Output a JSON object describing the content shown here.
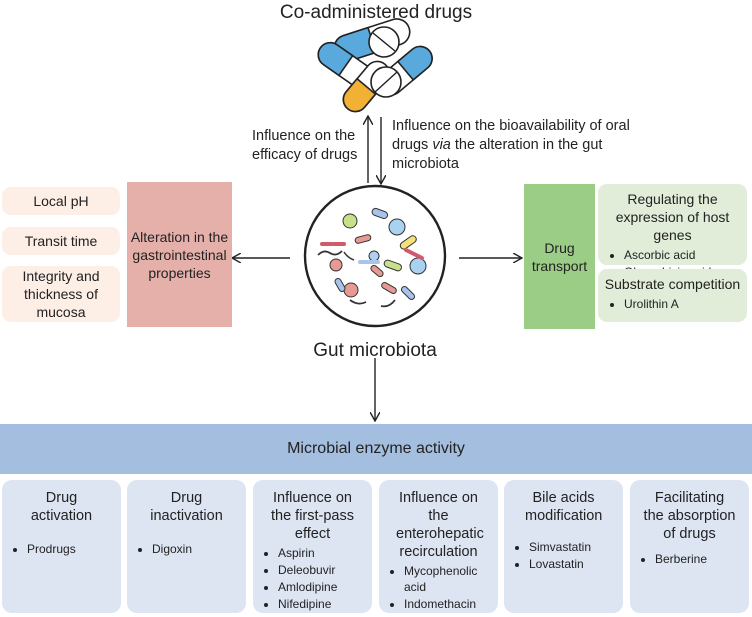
{
  "top": {
    "title": "Co-administered drugs",
    "left_arrow_label": "Influence on the efficacy of drugs",
    "right_arrow_label_pre": "Influence on the bioavailability of oral drugs ",
    "right_arrow_label_italic": "via",
    "right_arrow_label_post": " the alteration in the gut microbiota"
  },
  "center": {
    "label": "Gut microbiota"
  },
  "left": {
    "factors": [
      "Local pH",
      "Transit time",
      "Integrity and thickness of mucosa"
    ],
    "box_label": "Alteration in the gastrointestinal properties"
  },
  "right": {
    "box_label": "Drug transport",
    "cards": [
      {
        "title": "Regulating the expression of host genes",
        "items": [
          "Ascorbic acid",
          "Glycyrrhizic acid"
        ]
      },
      {
        "title": "Substrate competition",
        "items": [
          "Urolithin A"
        ]
      }
    ]
  },
  "bottom": {
    "band_label": "Microbial enzyme activity",
    "cards": [
      {
        "title": "Drug activation",
        "items": [
          "Prodrugs"
        ]
      },
      {
        "title": "Drug inactivation",
        "items": [
          "Digoxin"
        ]
      },
      {
        "title": "Influence on the first-pass effect",
        "items": [
          "Aspirin",
          "Deleobuvir",
          "Amlodipine",
          "Nifedipine"
        ]
      },
      {
        "title": "Influence on the enterohepatic recirculation",
        "items": [
          "Mycophenolic acid",
          "Indomethacin"
        ]
      },
      {
        "title": "Bile acids modification",
        "items": [
          "Simvastatin",
          "Lovastatin"
        ]
      },
      {
        "title": "Facilitating the absorption of drugs",
        "items": [
          "Berberine"
        ]
      }
    ]
  },
  "colors": {
    "pill_blue": "#5aa9dc",
    "pill_orange": "#f2b134",
    "pink_box": "#e6b0aa",
    "peach_pill": "#fdeee6",
    "green_box": "#9ccd86",
    "green_card": "#e1edd9",
    "blue_band": "#a4bedf",
    "blue_card": "#dde4f2"
  },
  "icons": [
    "pills-icon",
    "microbiota-circle-icon"
  ]
}
